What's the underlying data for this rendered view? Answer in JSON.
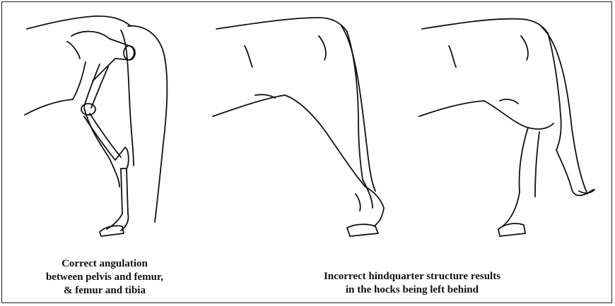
{
  "captions": {
    "correct": [
      "Correct angulation",
      "between pelvis and femur,",
      "& femur and tibia"
    ],
    "incorrect": [
      "Incorrect hindquarter structure results",
      "in the hocks being left behind"
    ]
  }
}
